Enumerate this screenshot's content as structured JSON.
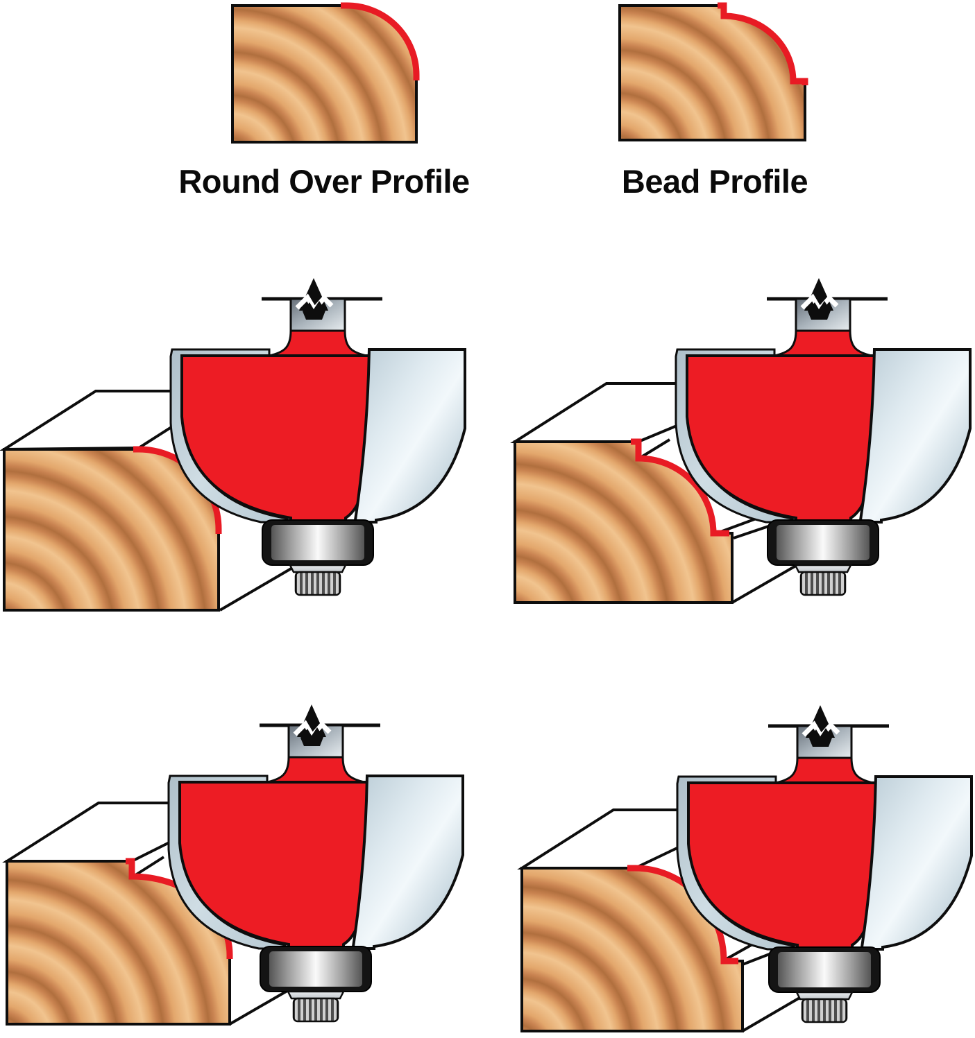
{
  "labels": {
    "round_over": "Round Over Profile",
    "bead": "Bead Profile"
  },
  "palette": {
    "highlight_red": "#e81b24",
    "bit_red": "#ed1c24",
    "steel_light": "#eef5f8",
    "steel_mid": "#bdcfd9",
    "shank_gray": "#8a949d",
    "bearing_black": "#141414",
    "wood_light": "#f1c48f",
    "wood_mid": "#e3a76c",
    "wood_dark": "#b06f3e",
    "outline": "#0d0d0d",
    "background": "#ffffff"
  },
  "icons": {
    "rotation_arrow": "spindle-rotation-break-arrow",
    "router_bit": "round-over-beading-router-bit",
    "bearing": "pilot-bearing",
    "knurled_nut": "bearing-retaining-screw"
  }
}
